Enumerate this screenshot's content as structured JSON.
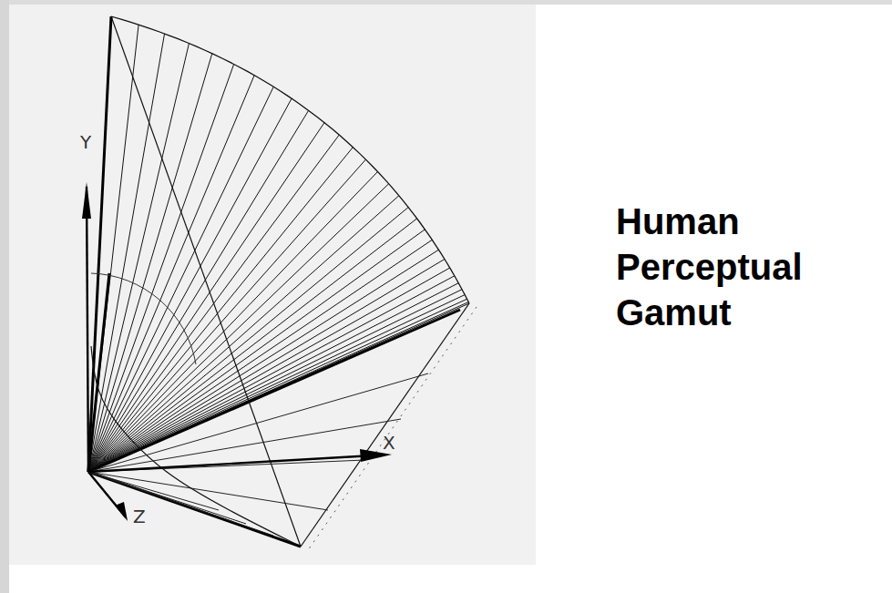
{
  "diagram": {
    "title": "Human Perceptual Gamut",
    "labels": [
      "Y",
      "X",
      "Z"
    ]
  }
}
